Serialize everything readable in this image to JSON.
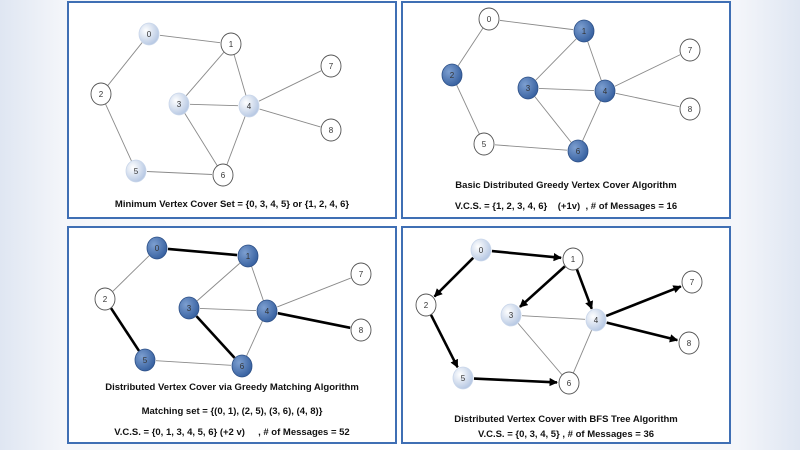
{
  "panels": [
    {
      "id": "p1",
      "captions": [
        "Minimum Vertex Cover Set = {0, 3, 4, 5} or {1, 2, 4, 6}"
      ],
      "nodes": [
        {
          "id": "0",
          "label": "0",
          "style": "light"
        },
        {
          "id": "1",
          "label": "1",
          "style": "plain"
        },
        {
          "id": "2",
          "label": "2",
          "style": "plain"
        },
        {
          "id": "3",
          "label": "3",
          "style": "light"
        },
        {
          "id": "4",
          "label": "4",
          "style": "light"
        },
        {
          "id": "5",
          "label": "5",
          "style": "light"
        },
        {
          "id": "6",
          "label": "6",
          "style": "plain"
        },
        {
          "id": "7",
          "label": "7",
          "style": "plain"
        },
        {
          "id": "8",
          "label": "8",
          "style": "plain"
        }
      ],
      "edges": [
        {
          "from": "0",
          "to": "1"
        },
        {
          "from": "0",
          "to": "2"
        },
        {
          "from": "2",
          "to": "5"
        },
        {
          "from": "1",
          "to": "3"
        },
        {
          "from": "1",
          "to": "4"
        },
        {
          "from": "3",
          "to": "4"
        },
        {
          "from": "3",
          "to": "6"
        },
        {
          "from": "4",
          "to": "6"
        },
        {
          "from": "4",
          "to": "7"
        },
        {
          "from": "4",
          "to": "8"
        },
        {
          "from": "5",
          "to": "6"
        }
      ]
    },
    {
      "id": "p2",
      "captions": [
        "Basic Distributed Greedy Vertex Cover Algorithm",
        "V.C.S. = {1, 2, 3, 4, 6}    (+1v)  , # of Messages = 16"
      ],
      "nodes": [
        {
          "id": "0",
          "label": "0",
          "style": "plain"
        },
        {
          "id": "1",
          "label": "1",
          "style": "dark"
        },
        {
          "id": "2",
          "label": "2",
          "style": "dark"
        },
        {
          "id": "3",
          "label": "3",
          "style": "dark"
        },
        {
          "id": "4",
          "label": "4",
          "style": "dark"
        },
        {
          "id": "5",
          "label": "5",
          "style": "plain"
        },
        {
          "id": "6",
          "label": "6",
          "style": "dark"
        },
        {
          "id": "7",
          "label": "7",
          "style": "plain"
        },
        {
          "id": "8",
          "label": "8",
          "style": "plain"
        }
      ],
      "edges": [
        {
          "from": "0",
          "to": "1"
        },
        {
          "from": "0",
          "to": "2"
        },
        {
          "from": "2",
          "to": "5"
        },
        {
          "from": "1",
          "to": "3"
        },
        {
          "from": "1",
          "to": "4"
        },
        {
          "from": "3",
          "to": "4"
        },
        {
          "from": "3",
          "to": "6"
        },
        {
          "from": "4",
          "to": "6"
        },
        {
          "from": "4",
          "to": "7"
        },
        {
          "from": "4",
          "to": "8"
        },
        {
          "from": "5",
          "to": "6"
        }
      ]
    },
    {
      "id": "p3",
      "captions": [
        "Distributed Vertex Cover via Greedy Matching Algorithm",
        "Matching set = {(0, 1), (2, 5), (3, 6), (4, 8)}",
        "V.C.S. = {0, 1, 3, 4, 5, 6} (+2 v)     , # of Messages = 52"
      ],
      "nodes": [
        {
          "id": "0",
          "label": "0",
          "style": "dark"
        },
        {
          "id": "1",
          "label": "1",
          "style": "dark"
        },
        {
          "id": "2",
          "label": "2",
          "style": "plain"
        },
        {
          "id": "3",
          "label": "3",
          "style": "dark"
        },
        {
          "id": "4",
          "label": "4",
          "style": "dark"
        },
        {
          "id": "5",
          "label": "5",
          "style": "dark"
        },
        {
          "id": "6",
          "label": "6",
          "style": "dark"
        },
        {
          "id": "7",
          "label": "7",
          "style": "plain"
        },
        {
          "id": "8",
          "label": "8",
          "style": "plain"
        }
      ],
      "edges": [
        {
          "from": "0",
          "to": "1",
          "bold": true
        },
        {
          "from": "0",
          "to": "2"
        },
        {
          "from": "2",
          "to": "5",
          "bold": true
        },
        {
          "from": "1",
          "to": "3"
        },
        {
          "from": "1",
          "to": "4"
        },
        {
          "from": "3",
          "to": "4"
        },
        {
          "from": "3",
          "to": "6",
          "bold": true
        },
        {
          "from": "4",
          "to": "6"
        },
        {
          "from": "4",
          "to": "7"
        },
        {
          "from": "4",
          "to": "8",
          "bold": true
        },
        {
          "from": "5",
          "to": "6"
        }
      ]
    },
    {
      "id": "p4",
      "captions": [
        "Distributed Vertex Cover with BFS Tree Algorithm",
        "V.C.S. = {0, 3, 4, 5} , # of Messages = 36"
      ],
      "nodes": [
        {
          "id": "0",
          "label": "0",
          "style": "light"
        },
        {
          "id": "1",
          "label": "1",
          "style": "plain"
        },
        {
          "id": "2",
          "label": "2",
          "style": "plain"
        },
        {
          "id": "3",
          "label": "3",
          "style": "light"
        },
        {
          "id": "4",
          "label": "4",
          "style": "light"
        },
        {
          "id": "5",
          "label": "5",
          "style": "light"
        },
        {
          "id": "6",
          "label": "6",
          "style": "plain"
        },
        {
          "id": "7",
          "label": "7",
          "style": "plain"
        },
        {
          "id": "8",
          "label": "8",
          "style": "plain"
        }
      ],
      "edges": [
        {
          "from": "0",
          "to": "1",
          "arrow": true
        },
        {
          "from": "0",
          "to": "2",
          "arrow": true
        },
        {
          "from": "2",
          "to": "5",
          "arrow": true
        },
        {
          "from": "1",
          "to": "3",
          "arrow": true
        },
        {
          "from": "1",
          "to": "4",
          "arrow": true
        },
        {
          "from": "3",
          "to": "4"
        },
        {
          "from": "3",
          "to": "6"
        },
        {
          "from": "4",
          "to": "6"
        },
        {
          "from": "4",
          "to": "7",
          "arrow": true
        },
        {
          "from": "4",
          "to": "8",
          "arrow": true
        },
        {
          "from": "5",
          "to": "6",
          "arrow": true
        }
      ]
    }
  ]
}
